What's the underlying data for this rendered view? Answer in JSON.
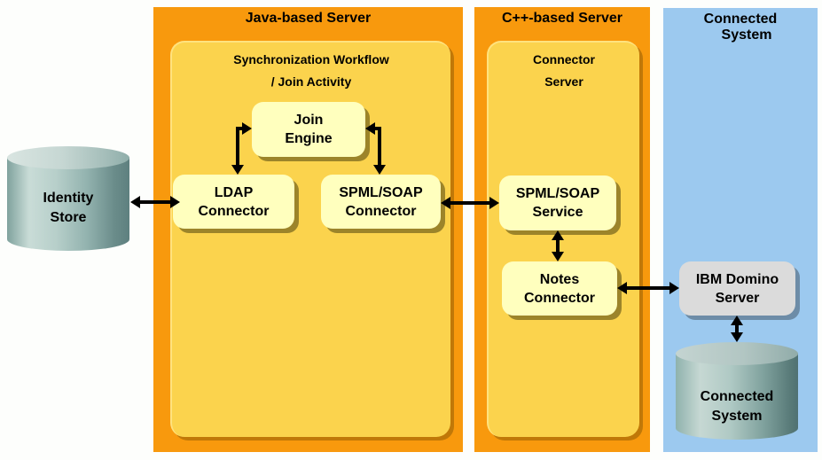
{
  "colors": {
    "panel_orange": "#F8990D",
    "panel_gold": "#FBD34D",
    "panel_gold_highlight": "#FFE27E",
    "node_yellow": "#FFFFBE",
    "node_gray": "#DBDBDB",
    "panel_blue": "#9CC9EF",
    "arrow_black": "#000000"
  },
  "panels": {
    "java": {
      "title": "Java-based Server",
      "subtitle_line1": "Synchronization Workflow",
      "subtitle_line2": "/ Join Activity"
    },
    "cpp": {
      "title": "C++-based Server",
      "subtitle_line1": "Connector",
      "subtitle_line2": "Server"
    },
    "connected": {
      "title_line1": "Connected",
      "title_line2": "System"
    }
  },
  "nodes": {
    "identity_store": {
      "line1": "Identity",
      "line2": "Store"
    },
    "join_engine": {
      "line1": "Join",
      "line2": "Engine"
    },
    "ldap_connector": {
      "line1": "LDAP",
      "line2": "Connector"
    },
    "spml_soap_connector": {
      "line1": "SPML/SOAP",
      "line2": "Connector"
    },
    "spml_soap_service": {
      "line1": "SPML/SOAP",
      "line2": "Service"
    },
    "notes_connector": {
      "line1": "Notes",
      "line2": "Connector"
    },
    "ibm_domino_server": {
      "line1": "IBM Domino",
      "line2": "Server"
    },
    "connected_system": {
      "line1": "Connected",
      "line2": "System"
    }
  }
}
